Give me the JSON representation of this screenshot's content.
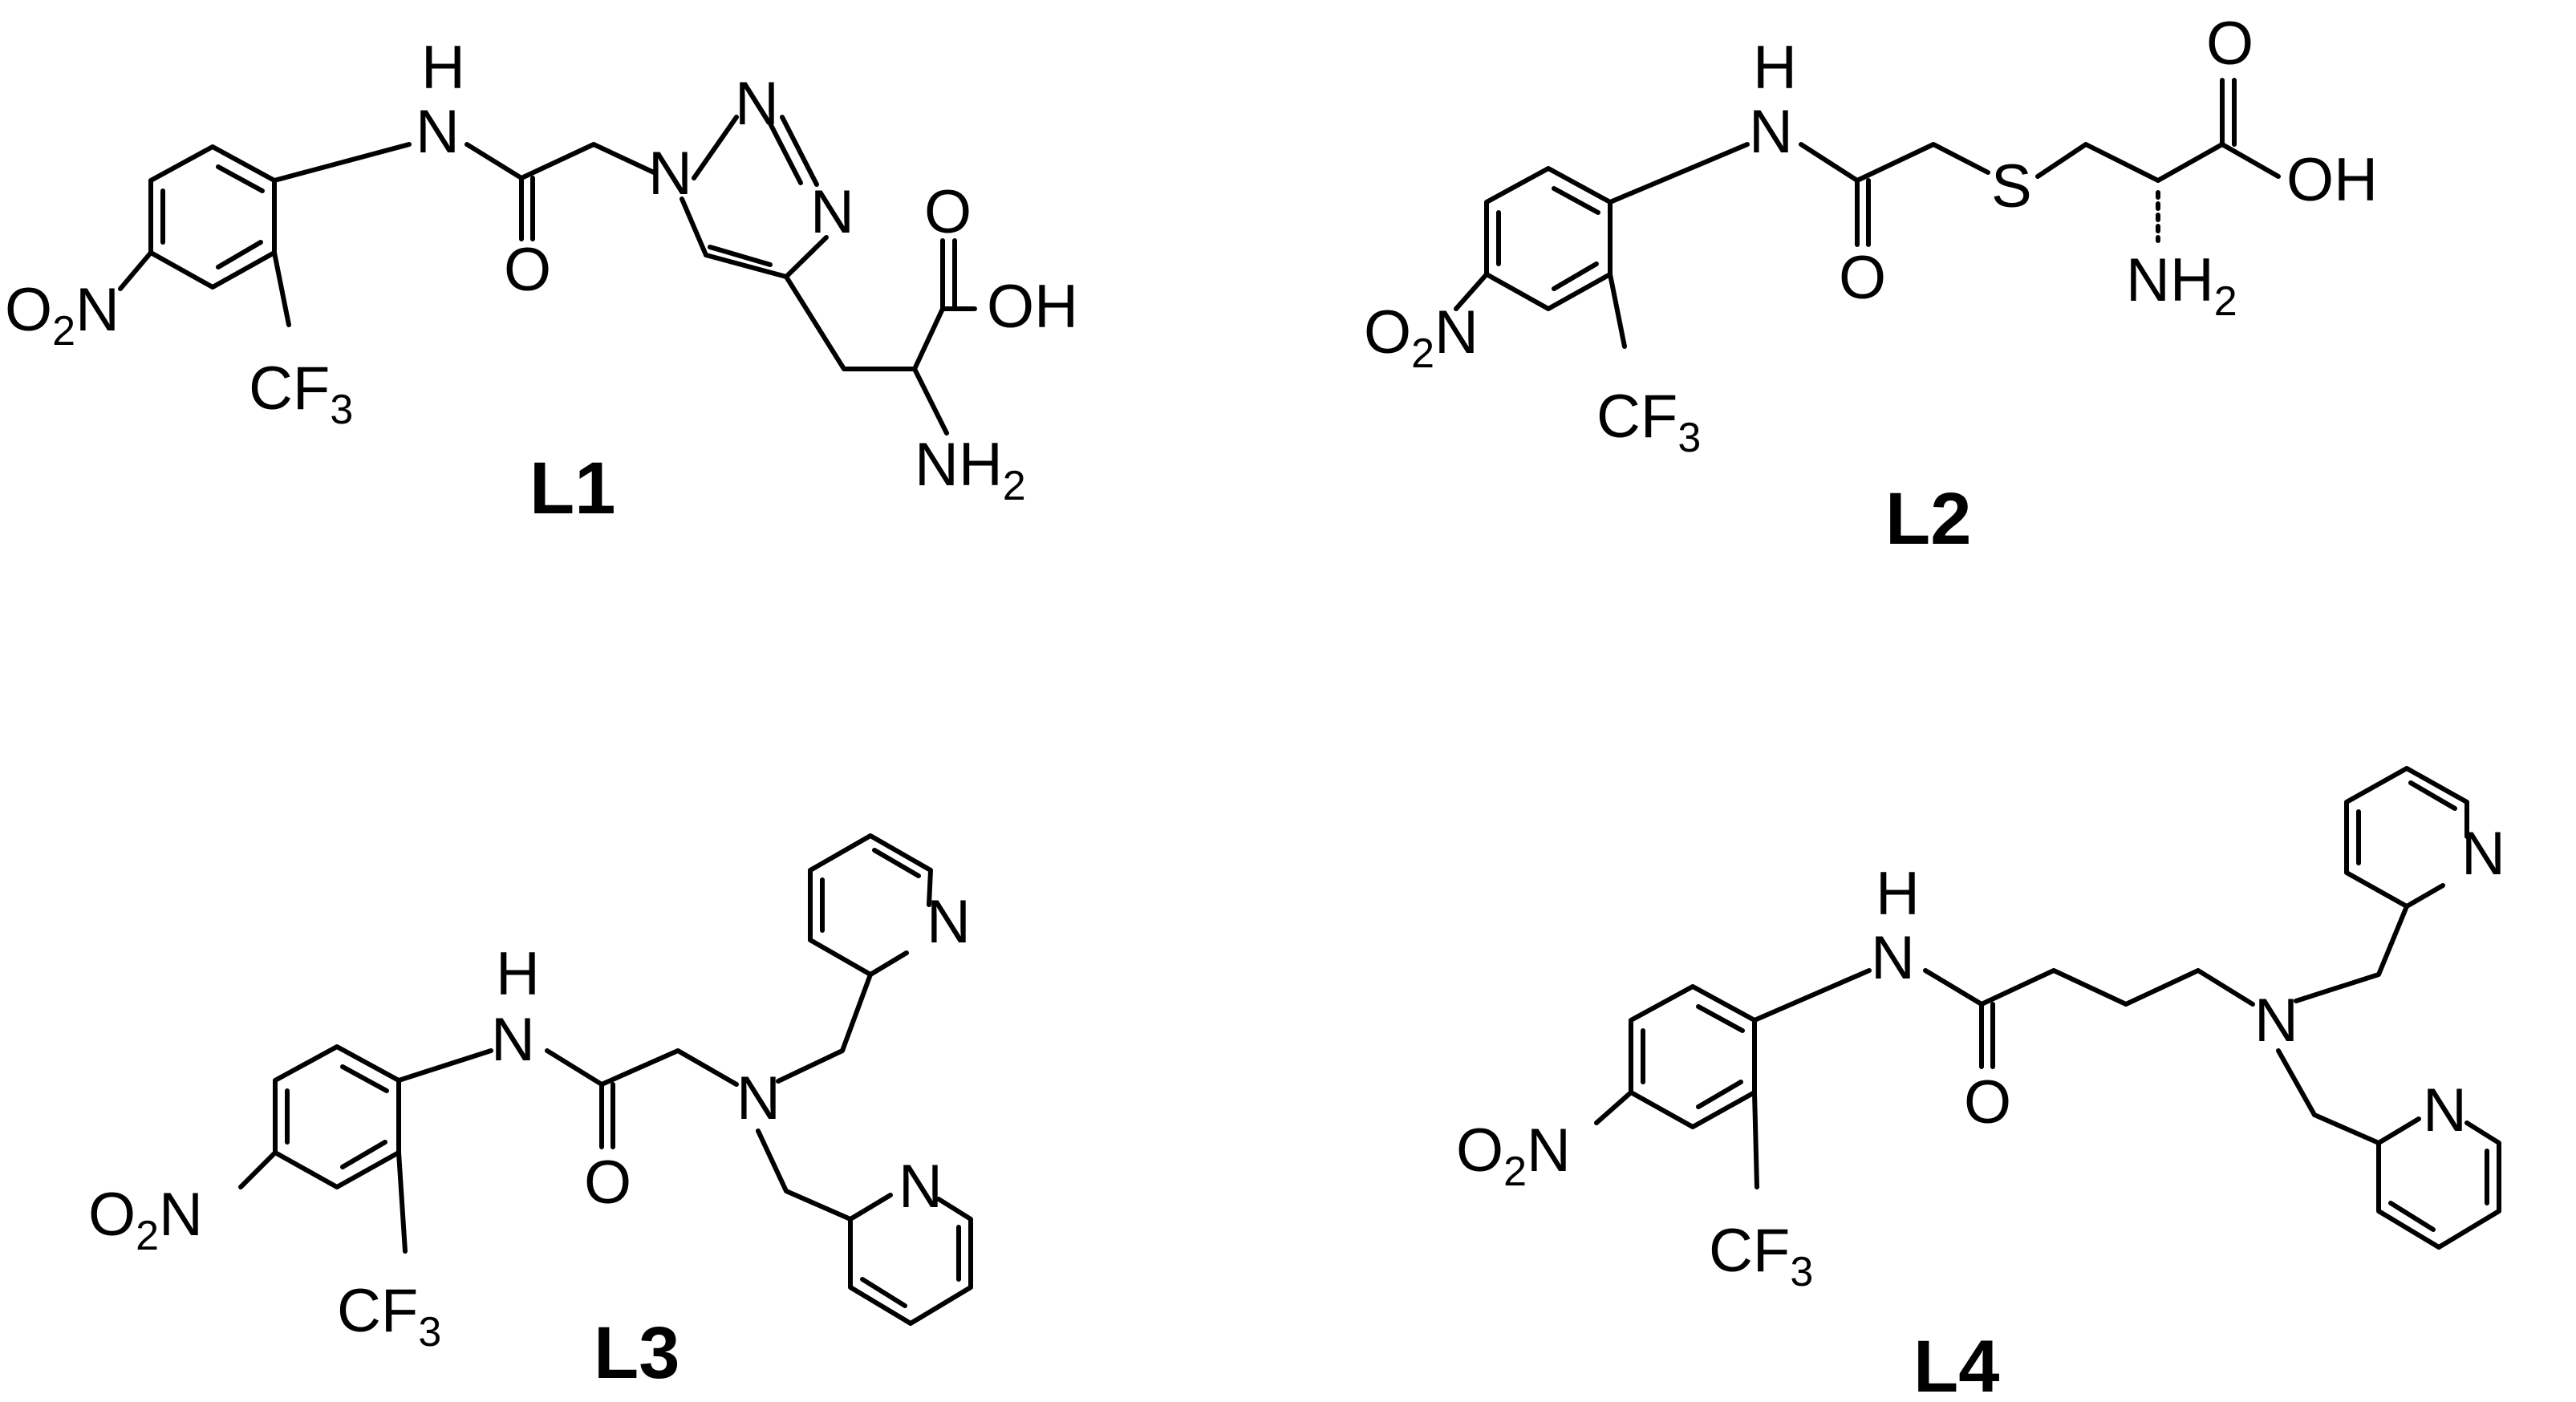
{
  "compounds": [
    {
      "id": "L1",
      "label": "L1"
    },
    {
      "id": "L2",
      "label": "L2"
    },
    {
      "id": "L3",
      "label": "L3"
    },
    {
      "id": "L4",
      "label": "L4"
    }
  ],
  "atoms": {
    "O2N_main": "O",
    "O2N_sub": "2",
    "O2N_n": "N",
    "CF3_main": "CF",
    "CF3_sub": "3",
    "H": "H",
    "N": "N",
    "O": "O",
    "OH": "OH",
    "S": "S",
    "NH2_main": "NH",
    "NH2_sub": "2"
  },
  "colors": {
    "ink": "#000000",
    "background": "#ffffff"
  }
}
